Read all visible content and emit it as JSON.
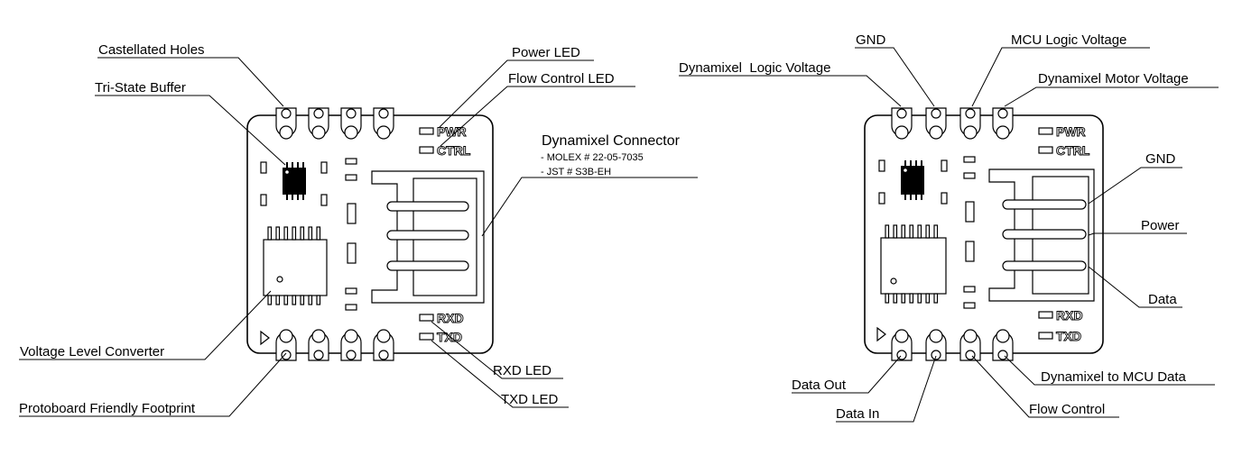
{
  "left_board": {
    "silkscreen": {
      "pwr": "PWR",
      "ctrl": "CTRL",
      "rxd": "RXD",
      "txd": "TXD"
    },
    "callouts": {
      "castellated_holes": "Castellated Holes",
      "tri_state_buffer": "Tri-State Buffer",
      "power_led": "Power LED",
      "flow_control_led": "Flow Control LED",
      "dynamixel_connector": "Dynamixel Connector",
      "connector_part_molex": "- MOLEX # 22-05-7035",
      "connector_part_jst": "- JST # S3B-EH",
      "voltage_level_converter": "Voltage Level Converter",
      "protoboard_footprint": "Protoboard Friendly Footprint",
      "rxd_led": "RXD LED",
      "txd_led": "TXD LED"
    }
  },
  "right_board": {
    "silkscreen": {
      "pwr": "PWR",
      "ctrl": "CTRL",
      "rxd": "RXD",
      "txd": "TXD"
    },
    "callouts": {
      "gnd_top": "GND",
      "mcu_logic_voltage": "MCU Logic Voltage",
      "dynamixel_logic_voltage": "Dynamixel  Logic Voltage",
      "dynamixel_motor_voltage": "Dynamixel Motor Voltage",
      "gnd_right": "GND",
      "power": "Power",
      "data": "Data",
      "data_out": "Data Out",
      "data_in": "Data In",
      "flow_control": "Flow Control",
      "dynamixel_to_mcu_data": "Dynamixel to MCU Data"
    }
  }
}
